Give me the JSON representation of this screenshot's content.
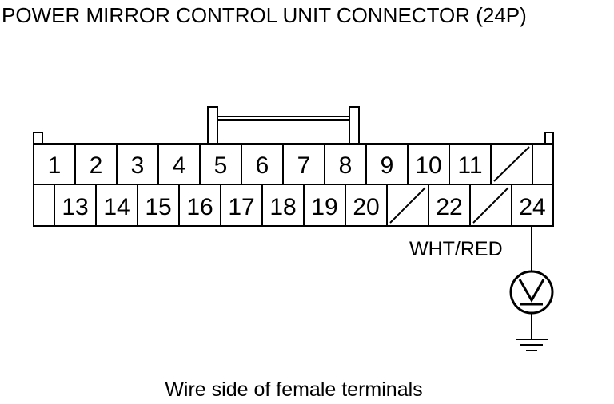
{
  "title": "POWER MIRROR CONTROL UNIT CONNECTOR (24P)",
  "caption": "Wire side of female terminals",
  "connector": {
    "top_row": [
      "1",
      "2",
      "3",
      "4",
      "5",
      "6",
      "7",
      "8",
      "9",
      "10",
      "11",
      "",
      ""
    ],
    "bottom_row": [
      "",
      "13",
      "14",
      "15",
      "16",
      "17",
      "18",
      "19",
      "20",
      "",
      "22",
      "",
      "24"
    ],
    "unused_cells": [
      "top-12",
      "bottom-21",
      "bottom-23"
    ]
  },
  "wire": {
    "color_label": "WHT/RED",
    "terminal": "24"
  },
  "meter_symbol": "V",
  "icons": {
    "voltmeter": "voltmeter-icon",
    "ground": "ground-icon"
  }
}
